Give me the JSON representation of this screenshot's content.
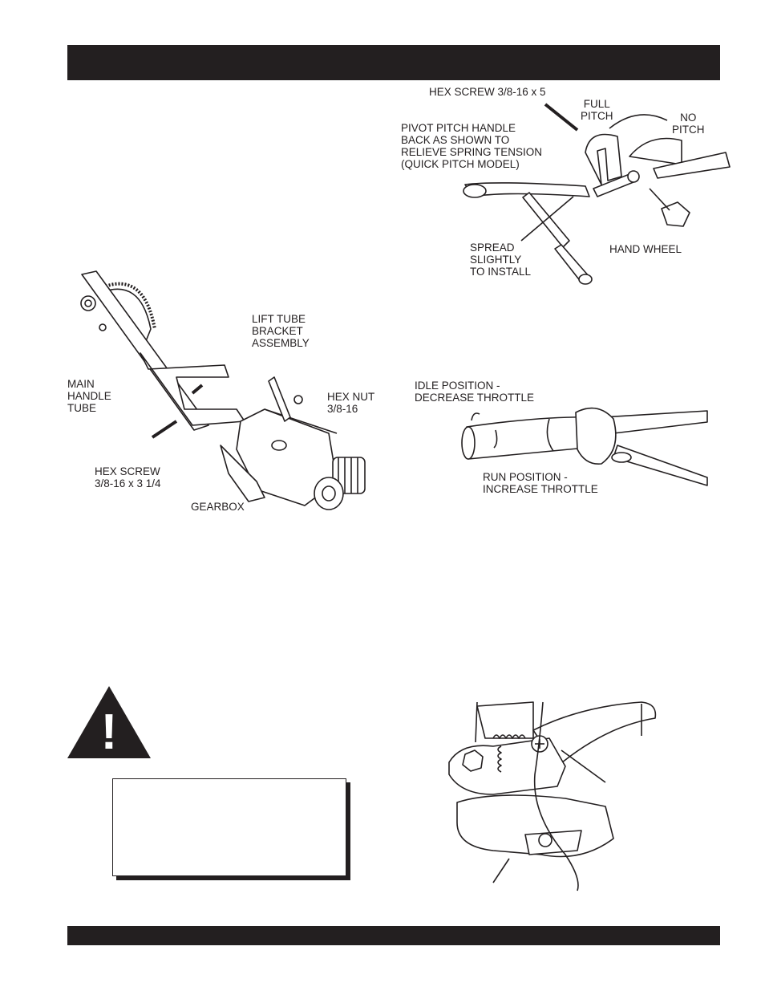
{
  "figure_handle": {
    "labels": {
      "main_handle_tube": [
        "MAIN",
        "HANDLE",
        "TUBE"
      ],
      "lift_tube_bracket": [
        "LIFT TUBE",
        "BRACKET",
        "ASSEMBLY"
      ],
      "hex_nut": [
        "HEX NUT",
        "3/8-16"
      ],
      "hex_screw": [
        "HEX SCREW",
        "3/8-16 x 3 1/4"
      ],
      "gearbox": "GEARBOX"
    }
  },
  "figure_pitch": {
    "labels": {
      "hex_screw": "HEX SCREW 3/8-16 x 5",
      "full_pitch": [
        "FULL",
        "PITCH"
      ],
      "no_pitch": [
        "NO",
        "PITCH"
      ],
      "pivot_note": [
        "PIVOT PITCH HANDLE",
        "BACK AS SHOWN TO",
        "RELIEVE SPRING TENSION",
        "(QUICK PITCH MODEL)"
      ],
      "spread": [
        "SPREAD",
        "SLIGHTLY",
        "TO INSTALL"
      ],
      "hand_wheel": "HAND WHEEL"
    }
  },
  "figure_throttle": {
    "labels": {
      "idle": [
        "IDLE POSITION -",
        "DECREASE THROTTLE"
      ],
      "run": [
        "RUN POSITION -",
        "INCREASE THROTTLE"
      ]
    }
  },
  "warning": {
    "icon": "warning-triangle-icon",
    "glyph": "!"
  },
  "colors": {
    "ink": "#231f20"
  }
}
